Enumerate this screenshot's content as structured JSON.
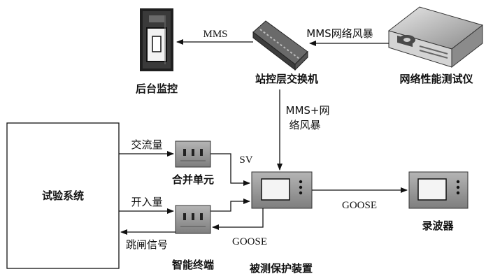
{
  "nodes": {
    "backend_monitor": "后台监控",
    "station_switch": "站控层交换机",
    "network_tester": "网络性能测试仪",
    "test_system": "试验系统",
    "merging_unit": "合并单元",
    "smart_terminal": "智能终端",
    "protection_device": "被测保护装置",
    "recorder": "录波器"
  },
  "links": {
    "mms": "MMS",
    "mms_storm": "MMS网络风暴",
    "mms_plus_line1": "MMS+网",
    "mms_plus_line2": "络风暴",
    "ac_quantity": "交流量",
    "sv": "SV",
    "switch_input": "开入量",
    "trip_signal": "跳闸信号",
    "goose_recorder": "GOOSE",
    "goose_terminal": "GOOSE"
  },
  "colors": {
    "line": "#111111",
    "device_fill": "#9a9a9a",
    "device_dark": "#555555"
  }
}
